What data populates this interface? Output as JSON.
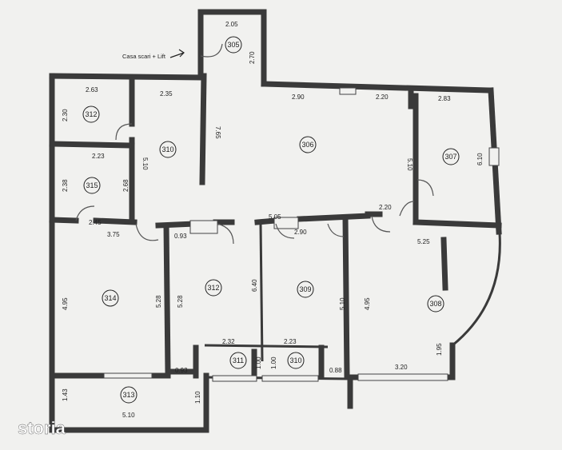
{
  "plan": {
    "staircase_note": "Casa scari + Lift",
    "logo_text": "storia",
    "rooms": [
      {
        "number": "305"
      },
      {
        "number": "306"
      },
      {
        "number": "307"
      },
      {
        "number": "308"
      },
      {
        "number": "309"
      },
      {
        "number": "310"
      },
      {
        "number": "310"
      },
      {
        "number": "311"
      },
      {
        "number": "312"
      },
      {
        "number": "312"
      },
      {
        "number": "313"
      },
      {
        "number": "314"
      },
      {
        "number": "315"
      }
    ],
    "dimensions": [
      "2.05",
      "2.70",
      "2.63",
      "2.35",
      "2.30",
      "7.65",
      "2.90",
      "2.20",
      "2.83",
      "5.10",
      "5.10",
      "6.10",
      "2.23",
      "2.38",
      "2.68",
      "2.45",
      "3.75",
      "5.05",
      "2.20",
      "0.93",
      "2.90",
      "5.25",
      "4.95",
      "5.28",
      "5.28",
      "6.40",
      "5.10",
      "4.95",
      "1.95",
      "2.32",
      "2.23",
      "0.93",
      "1.00",
      "1.00",
      "0.88",
      "3.20",
      "1.43",
      "5.10",
      "1.10"
    ]
  }
}
